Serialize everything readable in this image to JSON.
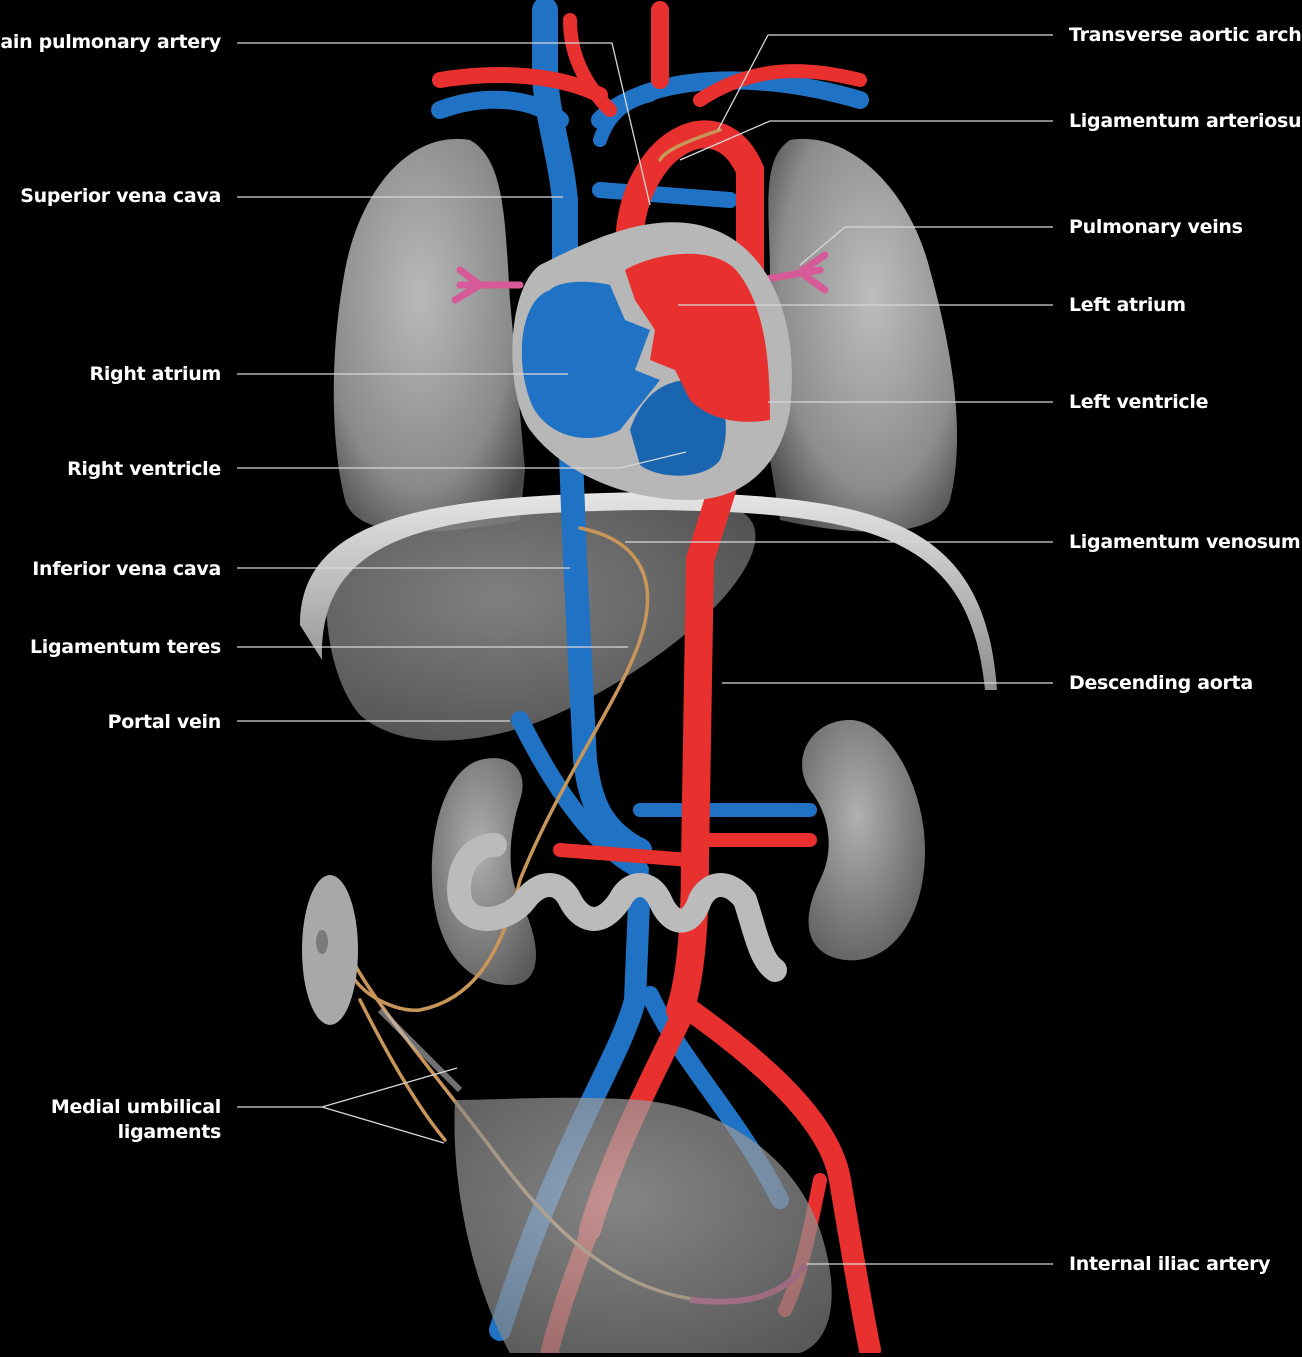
{
  "labels": {
    "main_pulmonary_artery": "Main pulmonary artery",
    "superior_vena_cava": "Superior vena cava",
    "right_atrium": "Right atrium",
    "right_ventricle": "Right ventricle",
    "inferior_vena_cava": "Inferior vena cava",
    "ligamentum_teres": "Ligamentum teres",
    "portal_vein": "Portal vein",
    "medial_umbilical_line1": "Medial umbilical",
    "medial_umbilical_line2": "ligaments",
    "transverse_aortic_arch": "Transverse aortic arch",
    "ligamentum_arteriosum": "Ligamentum arteriosum",
    "pulmonary_veins": "Pulmonary veins",
    "left_atrium": "Left atrium",
    "left_ventricle": "Left ventricle",
    "ligamentum_venosum": "Ligamentum venosum",
    "descending_aorta": "Descending aorta",
    "internal_iliac_artery": "Internal iliac artery"
  },
  "colors": {
    "background": "#000000",
    "artery": "#e8302e",
    "vein": "#1f72c4",
    "organ": "#8e8e8e",
    "ligament": "#c9965a",
    "leader": "#d8d8d8",
    "label": "#ffffff"
  }
}
